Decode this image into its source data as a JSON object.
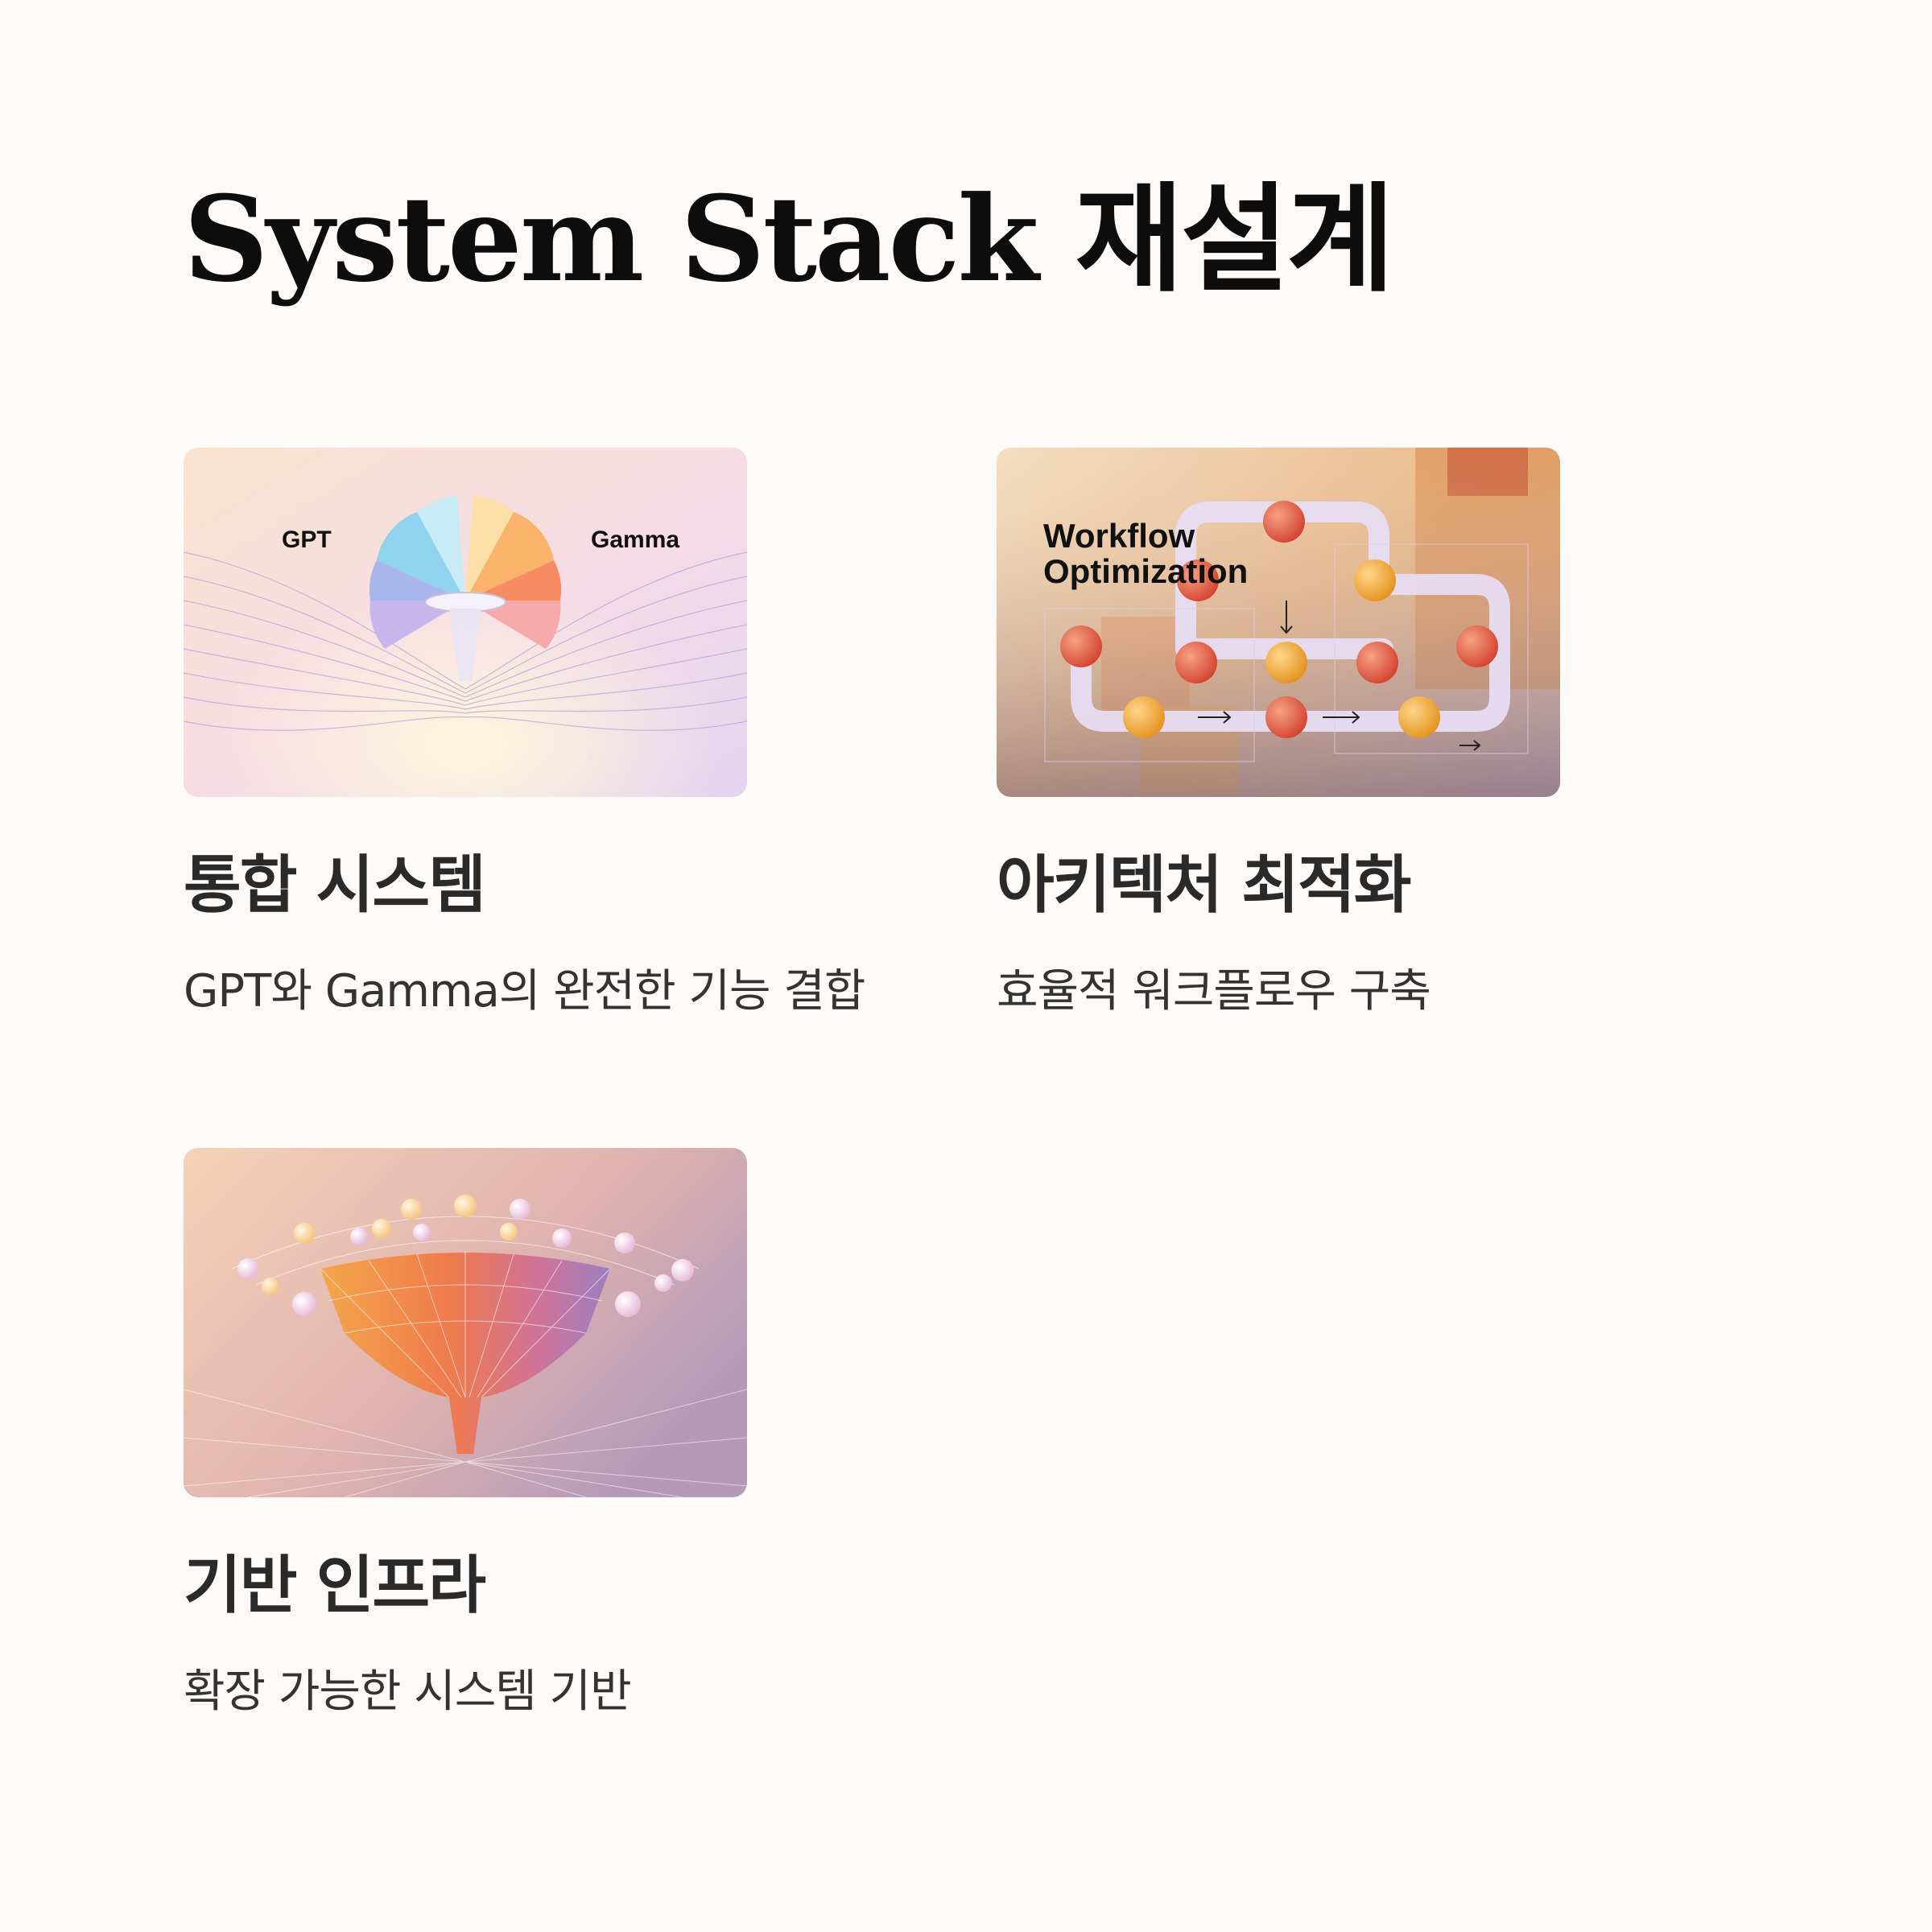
{
  "page": {
    "title": "System Stack 재설계",
    "background": "#fdfaf7"
  },
  "cards": [
    {
      "title": "통합 시스템",
      "description": "GPT와 Gamma의 완전한 기능 결합",
      "image": {
        "label_left": "GPT",
        "label_right": "Gamma"
      }
    },
    {
      "title": "아키텍처 최적화",
      "description": "효율적 워크플로우 구축",
      "image": {
        "heading_line1": "Workflow",
        "heading_line2": "Optimization"
      }
    },
    {
      "title": "기반 인프라",
      "description": "확장 가능한 시스템 기반",
      "image": {}
    }
  ]
}
